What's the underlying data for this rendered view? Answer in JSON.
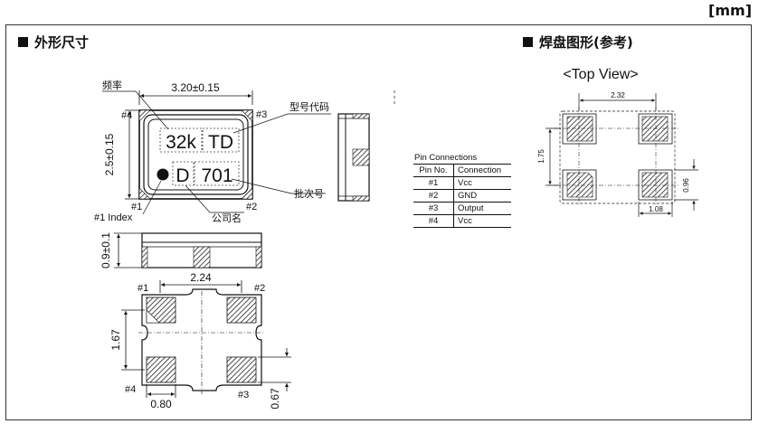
{
  "unit": "[mm]",
  "sections": {
    "outline_title": "外形尺寸",
    "land_title": "焊盘图形(参考)"
  },
  "top_view_label": "<Top View>",
  "outline": {
    "width_dim": "3.20±0.15",
    "height_dim": "2.5±0.15",
    "marking_line1_a": "32k",
    "marking_line1_b": "TD",
    "marking_line2_a": "D",
    "marking_line2_b": "701",
    "label_frequency": "频率",
    "label_model_code": "型号代码",
    "label_lot_no": "批次号",
    "label_company": "公司名",
    "label_index": "#1 Index",
    "pin1": "#1",
    "pin2": "#2",
    "pin3": "#3",
    "pin4": "#4"
  },
  "side_view": {
    "thickness_dim": "0.9±0.1"
  },
  "bottom_view": {
    "pitch_x": "2.24",
    "pitch_y": "1.67",
    "pad_w": "0.80",
    "pad_h": "0.67",
    "pin1": "#1",
    "pin2": "#2",
    "pin3": "#3",
    "pin4": "#4"
  },
  "land_pattern": {
    "pitch_x": "2.32",
    "pitch_y": "1.75",
    "pad_h": "0.96",
    "pad_w": "1.08"
  },
  "pin_connections": {
    "title": "Pin Connections",
    "headers": [
      "Pin No.",
      "Connection"
    ],
    "rows": [
      [
        "#1",
        "Vcc"
      ],
      [
        "#2",
        "GND"
      ],
      [
        "#3",
        "Output"
      ],
      [
        "#4",
        "Vcc"
      ]
    ]
  }
}
